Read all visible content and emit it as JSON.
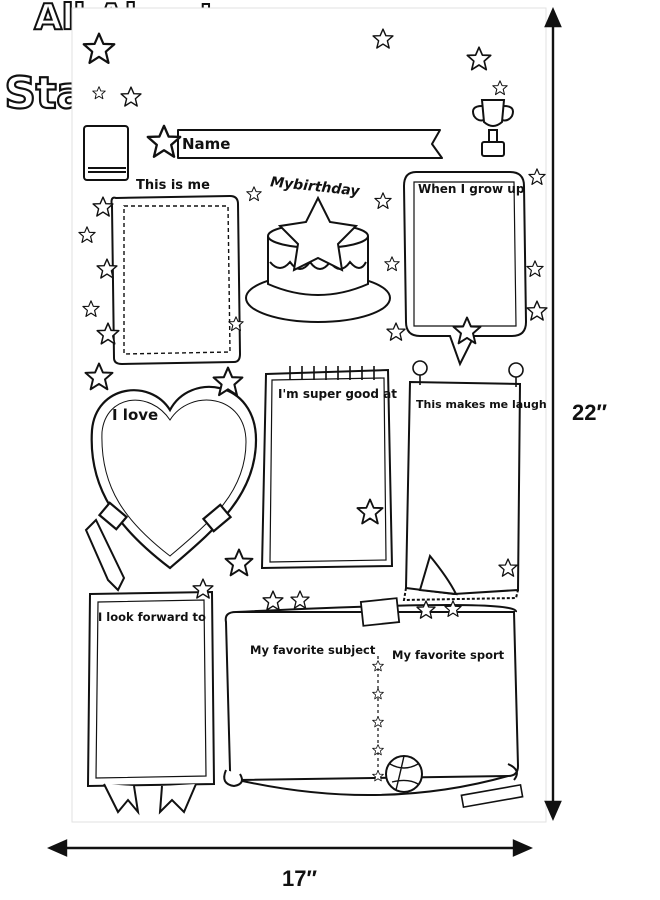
{
  "poster": {
    "title_line1": "All About Me",
    "title_line2": "Star Student",
    "name_label": "Name",
    "sections": {
      "this_is_me": "This is me",
      "my_birthday": "Mybirthday",
      "when_i_grow_up": "When I grow up",
      "i_love": "I love",
      "im_super_good_at": "I'm super good at",
      "this_makes_me_laugh": "This makes me laugh",
      "i_look_forward_to": "I look forward to",
      "my_favorite_subject": "My favorite subject",
      "my_favorite_sport": "My favorite sport"
    }
  },
  "dimensions": {
    "height": "22″",
    "width": "17″"
  }
}
